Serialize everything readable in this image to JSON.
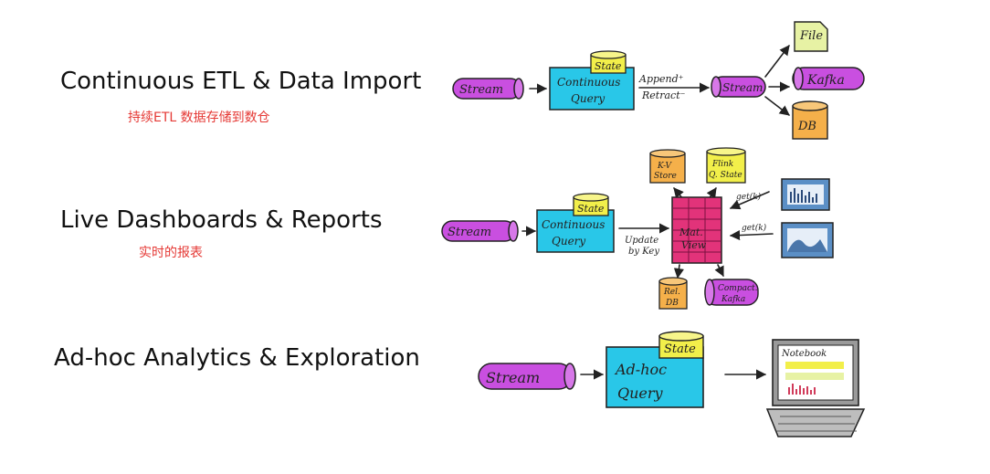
{
  "rows": [
    {
      "title": "Continuous ETL & Data Import",
      "subtitle": "持续ETL 数据存储到数仓"
    },
    {
      "title": "Live Dashboards & Reports",
      "subtitle": "实时的报表"
    },
    {
      "title": "Ad-hoc Analytics & Exploration"
    }
  ],
  "sketch": {
    "stream": "Stream",
    "state": "State",
    "continuous_query_1": "Continuous",
    "continuous_query_2": "Query",
    "append": "Append⁺",
    "retract": "Retract⁻",
    "file": "File",
    "kafka": "Kafka",
    "db": "DB",
    "kv_store_1": "K-V",
    "kv_store_2": "Store",
    "flink_state_1": "Flink",
    "flink_state_2": "Q. State",
    "update_by_key_1": "Update",
    "update_by_key_2": "by Key",
    "mat_view_1": "Mat.",
    "mat_view_2": "View",
    "get": "get(k)",
    "rel_db_1": "Rel.",
    "rel_db_2": "DB",
    "compact_kafka_1": "Compact.",
    "compact_kafka_2": "Kafka",
    "adhoc_query_1": "Ad-hoc",
    "adhoc_query_2": "Query",
    "notebook": "Notebook"
  },
  "colors": {
    "stream": "#c94fe0",
    "query": "#29c7e8",
    "state": "#f2ef4a",
    "db": "#f5b04a",
    "matview": "#e2337a",
    "file": "#e7f2a4",
    "text_red": "#e53935"
  }
}
